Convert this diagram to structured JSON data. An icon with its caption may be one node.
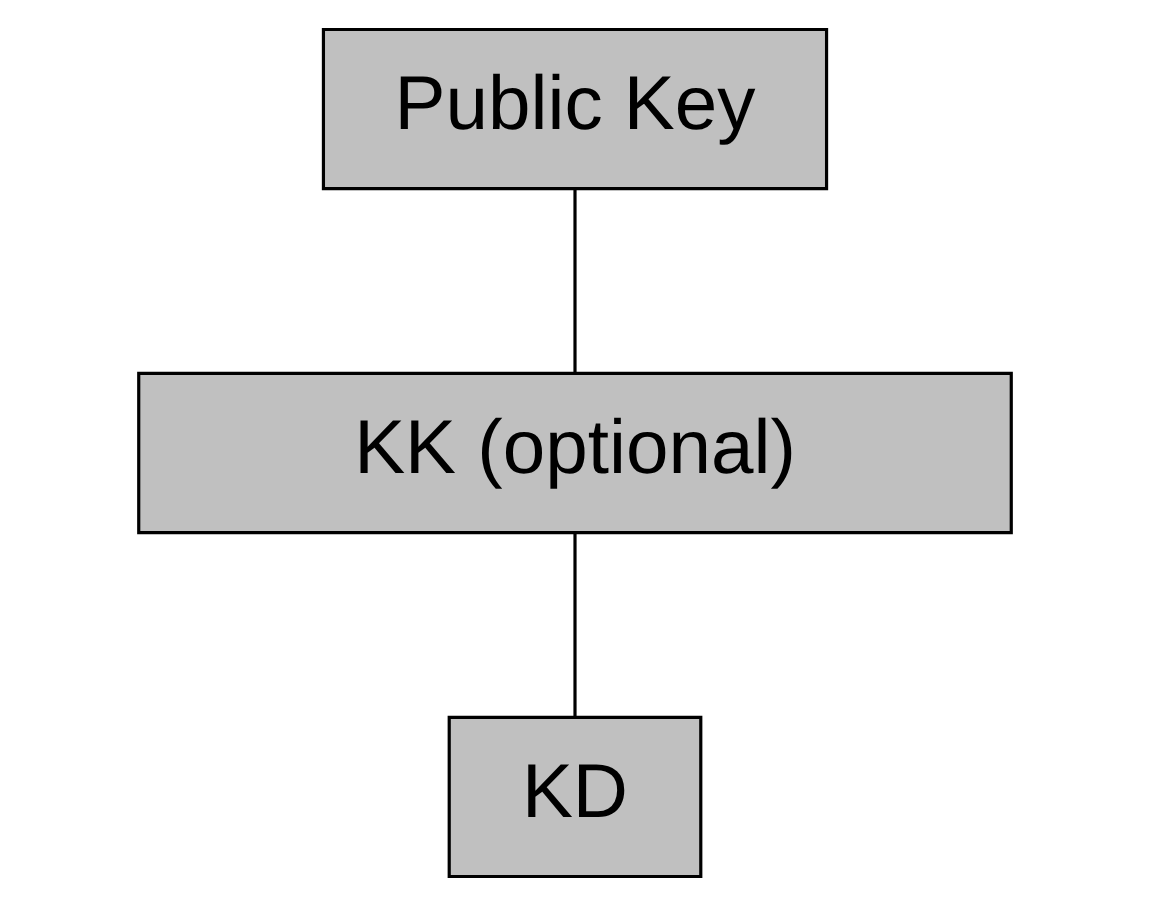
{
  "diagram": {
    "nodes": [
      {
        "text": [
          "Public Key"
        ]
      },
      {
        "text": [
          "KK (optional)"
        ]
      },
      {
        "text": [
          "KD"
        ]
      }
    ],
    "edges": [
      {
        "from": 0,
        "to": 1,
        "arrow": "none"
      },
      {
        "from": 1,
        "to": 2,
        "arrow": "none"
      }
    ]
  }
}
